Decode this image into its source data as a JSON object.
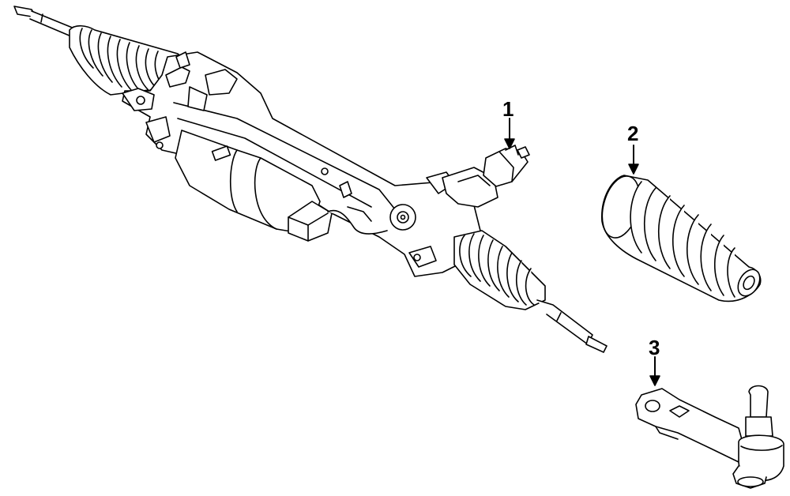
{
  "callouts": [
    {
      "label": "1"
    },
    {
      "label": "2"
    },
    {
      "label": "3"
    }
  ],
  "colors": {
    "line": "#000000",
    "fill": "#ffffff"
  }
}
